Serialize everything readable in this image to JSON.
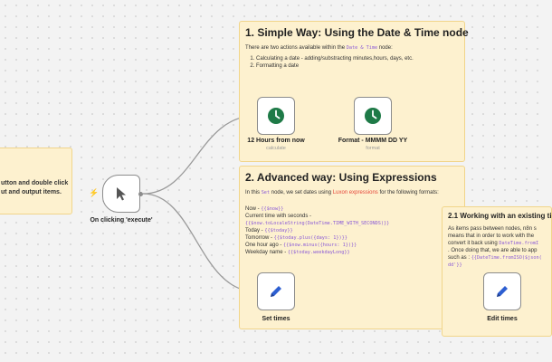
{
  "left_note": {
    "line1": "utton and double click",
    "line2": "ut and output items."
  },
  "sticky1": {
    "title": "1. Simple Way: Using the Date & Time node",
    "intro_pre": "There are two actions available within the ",
    "intro_code": "Date & Time",
    "intro_post": " node:",
    "items": [
      "Calculating a date - adding/substracting minutes,hours, days, etc.",
      "Formatting a date"
    ]
  },
  "sticky2": {
    "title": "2. Advanced way: Using Expressions",
    "intro_pre": "In this ",
    "intro_code": "Set",
    "intro_mid": " node, we set dates using ",
    "intro_link": "Luxon expressions",
    "intro_post": " for the following formats:",
    "lines": [
      {
        "label": "Now - ",
        "code": "{{$now}}"
      },
      {
        "label": "Current time with seconds - ",
        "code": ""
      },
      {
        "label": "",
        "code": "{{$now.toLocaleString(DateTime.TIME_WITH_SECONDS)}}"
      },
      {
        "label": "Today - ",
        "code": "{{$today}}"
      },
      {
        "label": "Tomorrow - ",
        "code": "{{$today.plus({days: 1})}}"
      },
      {
        "label": "One hour ago - ",
        "code": "{{$now.minus({hours: 1})}}"
      },
      {
        "label": "Weekday name - ",
        "code": "{{$today.weekdayLong}}"
      }
    ]
  },
  "sticky3": {
    "title": "2.1 Working with an existing ti",
    "p1": "As items pass between nodes, n8n s",
    "p2": "means that in order to work with the",
    "p3_pre": "convert it back using ",
    "p3_code": "DateTime.fromI",
    "p4": ". Once doing that, we are able to app",
    "p5_pre": "such as : ",
    "p5_code": "{{DateTime.fromISO($json(",
    "p6_code": "dd'}}"
  },
  "nodes": {
    "trigger": {
      "label": "On clicking 'execute'"
    },
    "calc": {
      "label": "12 Hours from now",
      "sub": "calculate"
    },
    "format": {
      "label": "Format - MMMM DD YY",
      "sub": "format"
    },
    "set": {
      "label": "Set times"
    },
    "edit": {
      "label": "Edit times"
    }
  },
  "colors": {
    "trigger_bolt": "#ff6d5a",
    "clock": "#1e7a47",
    "pencil": "#2d5fd1",
    "sticky_bg": "#fdf1cf"
  }
}
